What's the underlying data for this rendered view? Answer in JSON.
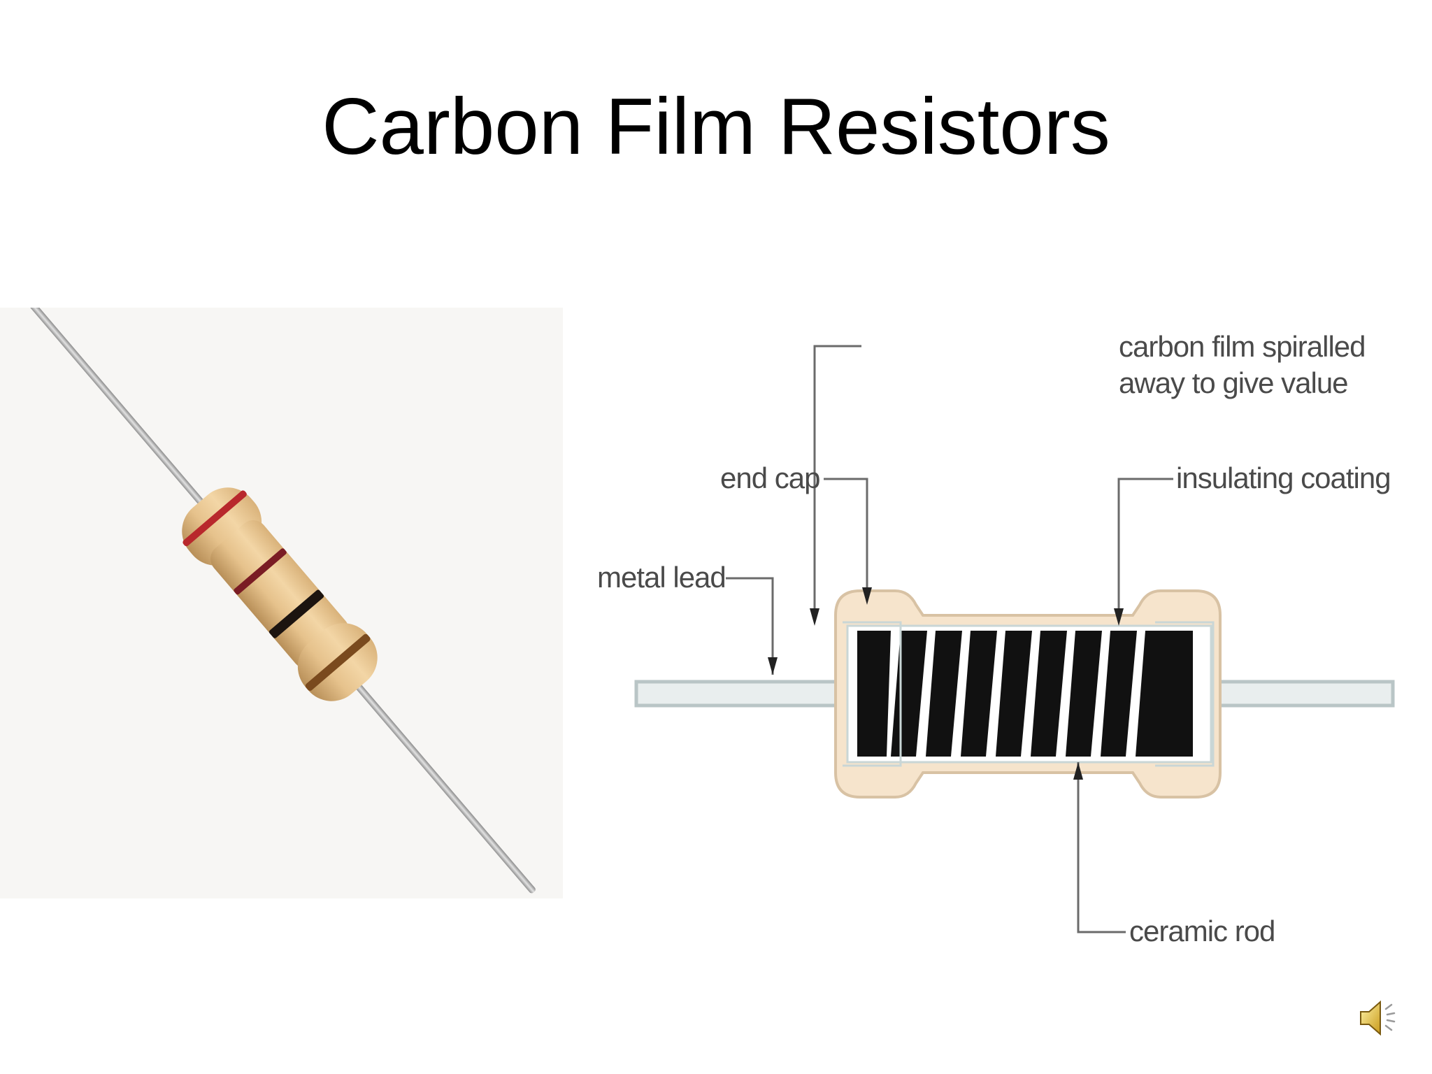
{
  "slide": {
    "title": "Carbon Film Resistors"
  },
  "diagram": {
    "labels": {
      "carbon_film": "carbon film spiralled\naway to give value",
      "end_cap": "end cap",
      "insulating_coating": "insulating coating",
      "metal_lead": "metal lead",
      "ceramic_rod": "ceramic rod"
    }
  },
  "photo": {
    "band_colors": [
      "#b8282c",
      "#7a1c24",
      "#1c1410",
      "#7a4a1e"
    ],
    "body_color": "#e8c58f"
  },
  "icons": {
    "speaker": "speaker-icon"
  }
}
